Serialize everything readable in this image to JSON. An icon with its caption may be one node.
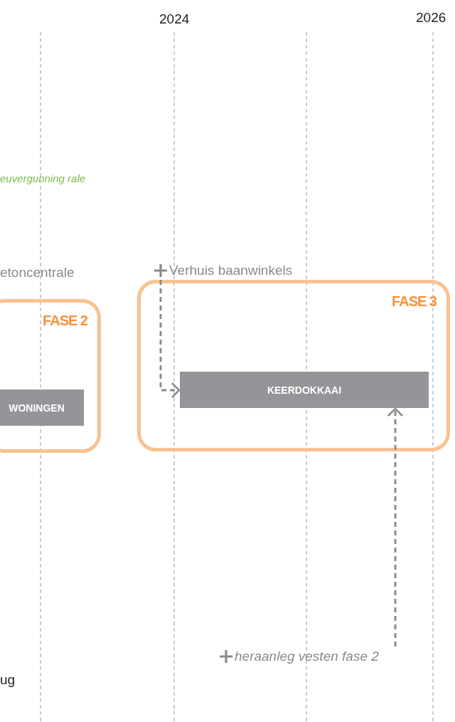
{
  "diagram": {
    "nodes": [
      {
        "text": [
          "FASE 2"
        ]
      },
      {
        "text": [
          "WONINGEN"
        ],
        "in": 0
      },
      {
        "text": [
          "FASE 3"
        ]
      },
      {
        "text": [
          "KEERDOKKAAI"
        ],
        "in": 2
      },
      {
        "text": [
          "Verhuis baanwinkels"
        ]
      },
      {
        "text": [
          "heraanleg vesten fase 2"
        ]
      }
    ],
    "edges": [
      {
        "from": 4,
        "to": 3,
        "arrow": "to",
        "style": "dashed"
      },
      {
        "from": 5,
        "to": 3,
        "arrow": "to",
        "style": "dashed"
      }
    ],
    "labels": [
      "2024",
      "2026",
      "euvergunning rale",
      "etoncentrale",
      "ug"
    ]
  }
}
